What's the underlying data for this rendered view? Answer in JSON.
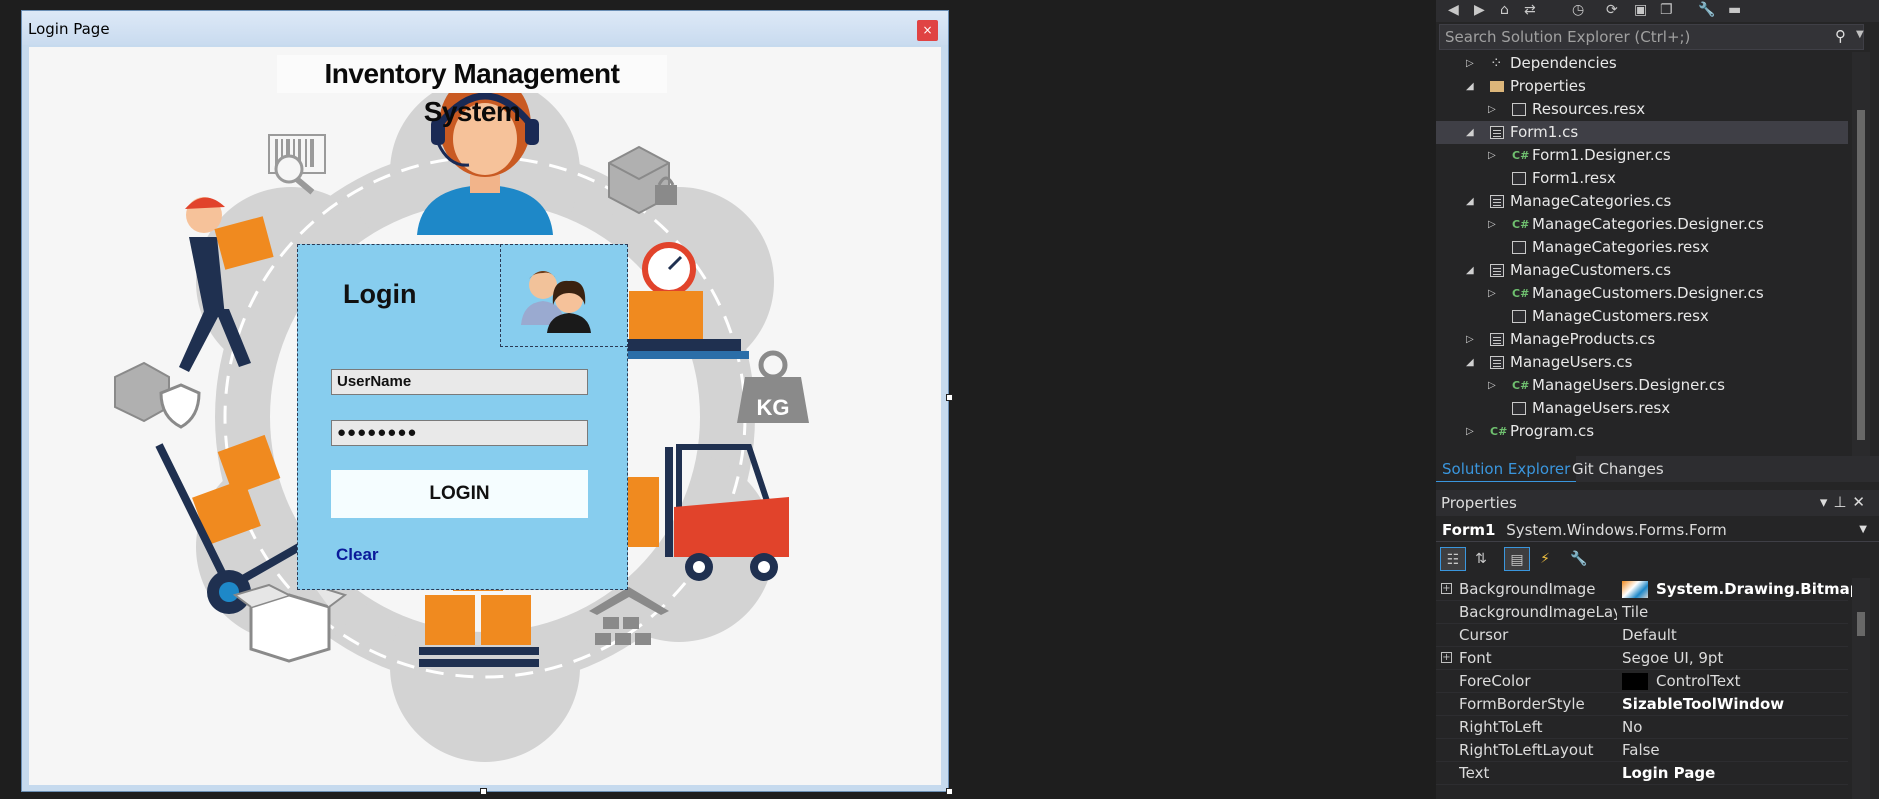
{
  "form": {
    "title": "Login Page",
    "close_glyph": "×",
    "app_title": "Inventory Management System",
    "login_heading": "Login",
    "username_value": "UserName",
    "password_value": "●●●●●●●●",
    "login_button": "LOGIN",
    "clear_link": "Clear",
    "kg_label": "KG"
  },
  "solution_explorer": {
    "search_placeholder": "Search Solution Explorer (Ctrl+;)",
    "items": [
      {
        "label": "Dependencies",
        "level": 1,
        "expanded": false,
        "icon": "dependencies-icon"
      },
      {
        "label": "Properties",
        "level": 1,
        "expanded": true,
        "icon": "folder-icon"
      },
      {
        "label": "Resources.resx",
        "level": 2,
        "expanded": false,
        "icon": "resx-file-icon"
      },
      {
        "label": "Form1.cs",
        "level": 1,
        "expanded": true,
        "icon": "form-file-icon",
        "selected": true
      },
      {
        "label": "Form1.Designer.cs",
        "level": 2,
        "expanded": false,
        "icon": "csharp-file-icon"
      },
      {
        "label": "Form1.resx",
        "level": 2,
        "icon": "resx-file-icon"
      },
      {
        "label": "ManageCategories.cs",
        "level": 1,
        "expanded": true,
        "icon": "form-file-icon"
      },
      {
        "label": "ManageCategories.Designer.cs",
        "level": 2,
        "expanded": false,
        "icon": "csharp-file-icon"
      },
      {
        "label": "ManageCategories.resx",
        "level": 2,
        "icon": "resx-file-icon"
      },
      {
        "label": "ManageCustomers.cs",
        "level": 1,
        "expanded": true,
        "icon": "form-file-icon"
      },
      {
        "label": "ManageCustomers.Designer.cs",
        "level": 2,
        "expanded": false,
        "icon": "csharp-file-icon"
      },
      {
        "label": "ManageCustomers.resx",
        "level": 2,
        "icon": "resx-file-icon"
      },
      {
        "label": "ManageProducts.cs",
        "level": 1,
        "expanded": false,
        "icon": "form-file-icon"
      },
      {
        "label": "ManageUsers.cs",
        "level": 1,
        "expanded": true,
        "icon": "form-file-icon"
      },
      {
        "label": "ManageUsers.Designer.cs",
        "level": 2,
        "expanded": false,
        "icon": "csharp-file-icon"
      },
      {
        "label": "ManageUsers.resx",
        "level": 2,
        "icon": "resx-file-icon"
      },
      {
        "label": "Program.cs",
        "level": 1,
        "expanded": false,
        "icon": "csharp-file-icon"
      }
    ],
    "tabs": [
      "Solution Explorer",
      "Git Changes"
    ]
  },
  "properties": {
    "header": "Properties",
    "object_name": "Form1",
    "object_type": "System.Windows.Forms.Form",
    "rows": [
      {
        "name": "BackgroundImage",
        "value": "System.Drawing.Bitmap",
        "expandable": true,
        "bold": true,
        "swatch": "image"
      },
      {
        "name": "BackgroundImageLayout",
        "value": "Tile"
      },
      {
        "name": "Cursor",
        "value": "Default"
      },
      {
        "name": "Font",
        "value": "Segoe UI, 9pt",
        "expandable": true
      },
      {
        "name": "ForeColor",
        "value": "ControlText",
        "swatch": "#000000"
      },
      {
        "name": "FormBorderStyle",
        "value": "SizableToolWindow",
        "bold": true
      },
      {
        "name": "RightToLeft",
        "value": "No"
      },
      {
        "name": "RightToLeftLayout",
        "value": "False"
      },
      {
        "name": "Text",
        "value": "Login Page",
        "bold": true
      }
    ]
  },
  "colors": {
    "accent": "#3a96dd",
    "login_panel": "#87cdee",
    "ide_background": "#1e1e1e"
  }
}
